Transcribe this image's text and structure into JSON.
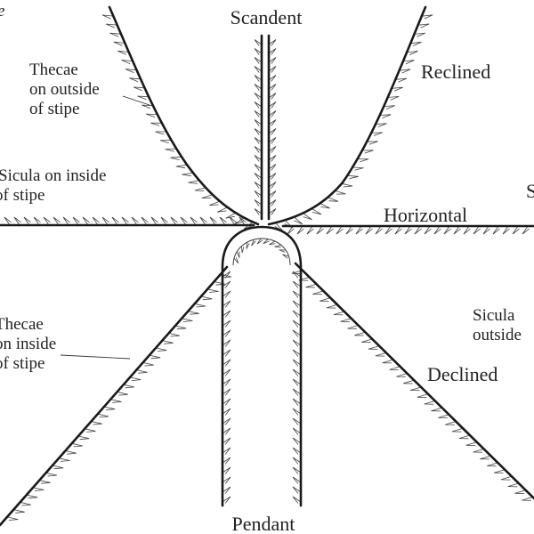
{
  "diagram": {
    "labels": {
      "scandent": "Scandent",
      "reclined": "Reclined",
      "horizontal": "Horizontal",
      "declined": "Declined",
      "pendant": "Pendant",
      "thecae_outside_1": "Thecae",
      "thecae_outside_2": "on outside",
      "thecae_outside_3": "of stipe",
      "sicula_inside_1": "Sicula on inside",
      "sicula_inside_2": "of stipe",
      "thecae_inside_1": "Thecae",
      "thecae_inside_2": "on inside",
      "thecae_inside_3": "of stipe",
      "sicula_outside_1": "Sicula",
      "sicula_outside_2": "outside",
      "cut_s_right": "S",
      "cut_e_topleft": "e"
    }
  }
}
